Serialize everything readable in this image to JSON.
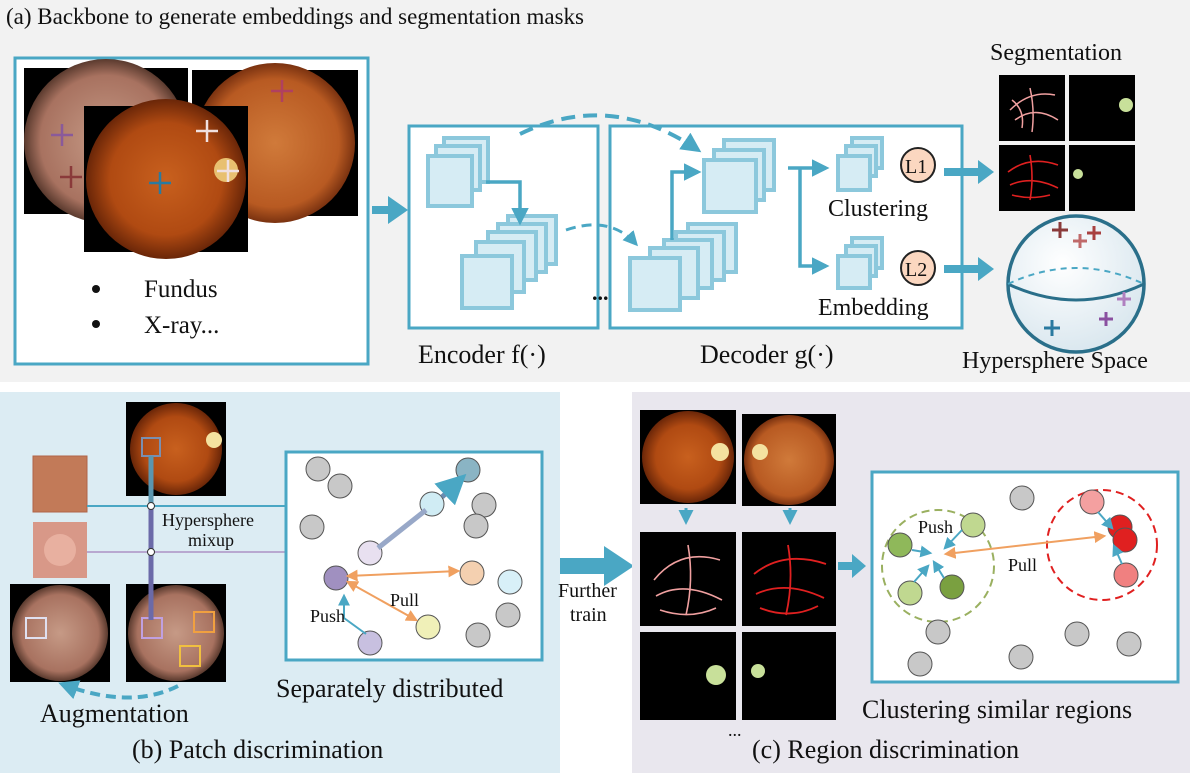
{
  "panel_a": {
    "title": "(a) Backbone to generate embeddings and segmentation masks",
    "bullets": [
      "Fundus",
      "X-ray..."
    ],
    "encoder_label": "Encoder f(·)",
    "decoder_label": "Decoder g(·)",
    "ellipsis": "...",
    "clustering_label": "Clustering",
    "embedding_label": "Embedding",
    "loss1": "L1",
    "loss2": "L2",
    "segmentation_label": "Segmentation",
    "hypersphere_label": "Hypersphere Space"
  },
  "panel_b": {
    "title": "(b) Patch discrimination",
    "mixup_label_1": "Hypersphere",
    "mixup_label_2": "mixup",
    "push_label": "Push",
    "pull_label": "Pull",
    "distributed_label": "Separately distributed",
    "augmentation_label": "Augmentation"
  },
  "further_train": {
    "line1": "Further",
    "line2": "train"
  },
  "panel_c": {
    "title": "(c) Region discrimination",
    "push_label": "Push",
    "pull_label": "Pull",
    "clustering_label": "Clustering similar regions",
    "ellipsis": "..."
  },
  "colors": {
    "teal": "#4aa7c4",
    "panel_a_bg": "#f2f2f2",
    "panel_b_bg": "#dcecf3",
    "panel_c_bg": "#e9e7ee",
    "orange": "#f0a060",
    "red": "#e02020",
    "green": "#8fb85a"
  }
}
